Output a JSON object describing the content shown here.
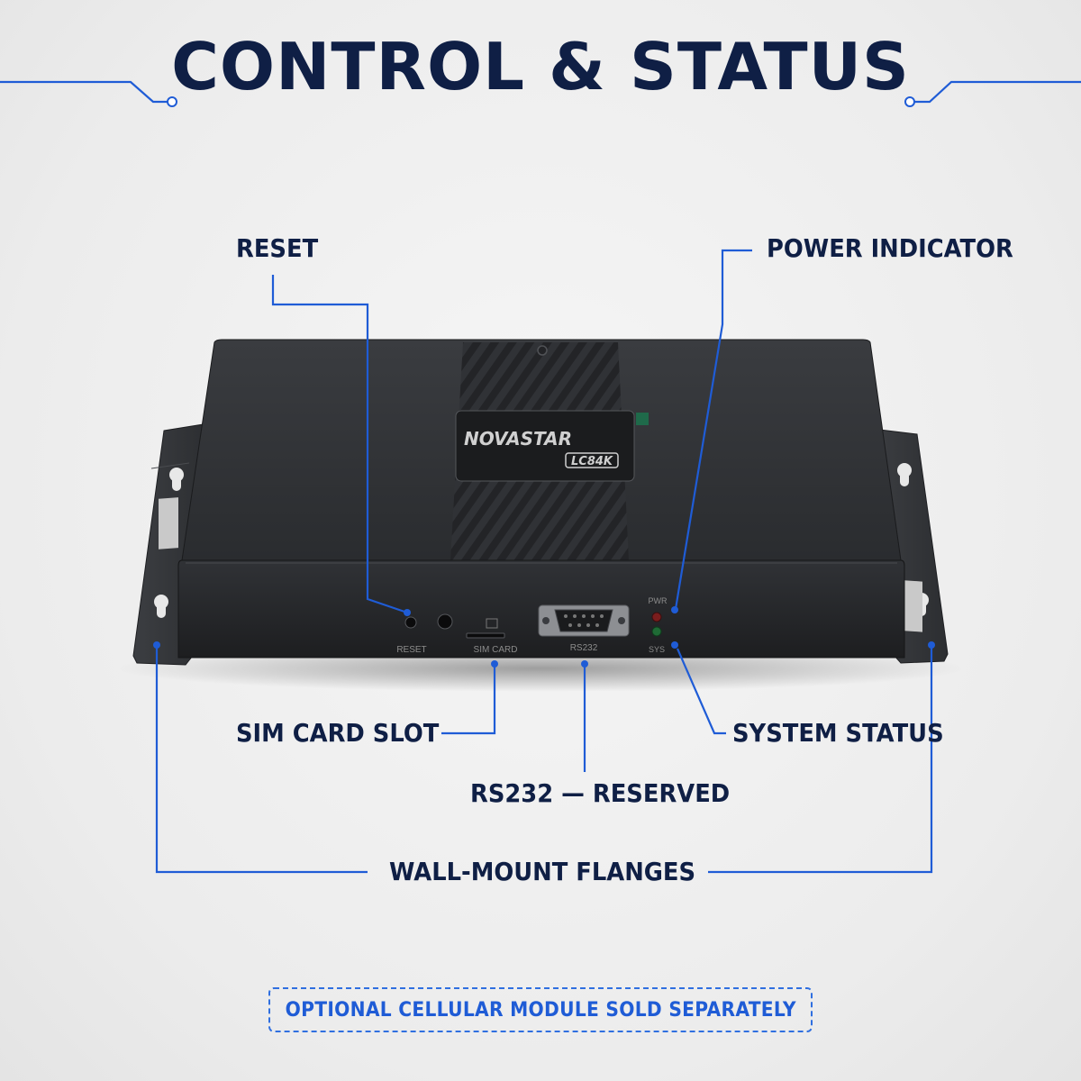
{
  "title": "CONTROL & STATUS",
  "callouts": {
    "reset": "RESET",
    "power_indicator": "POWER INDICATOR",
    "sim_card_slot": "SIM CARD SLOT",
    "system_status": "SYSTEM STATUS",
    "rs232": "RS232 — RESERVED",
    "wall_mount": "WALL-MOUNT FLANGES"
  },
  "device": {
    "brand": "NOVASTAR",
    "model": "LC84K",
    "ports": {
      "reset": "RESET",
      "sim_card": "SIM CARD",
      "rs232": "RS232",
      "pwr": "PWR",
      "sys": "SYS"
    }
  },
  "note": "OPTIONAL CELLULAR MODULE SOLD SEPARATELY",
  "colors": {
    "accent": "#1f5cd6",
    "title": "#0f1f45",
    "device_body": "#2b2d30",
    "pwr_led": "#7a1d1d",
    "sys_led": "#1f6a35"
  }
}
